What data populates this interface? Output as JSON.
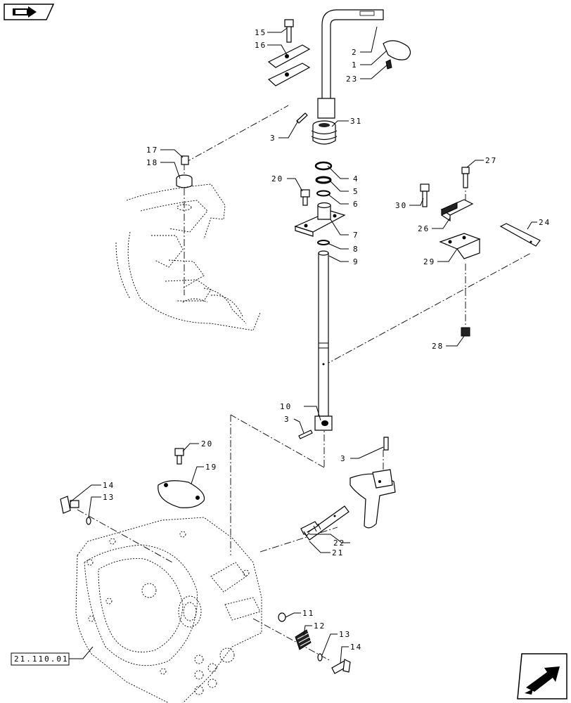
{
  "navigation": {
    "prev_icon": "back-arrow-icon",
    "next_icon": "forward-arrow-icon"
  },
  "diagram": {
    "reference_label": "21.110.01",
    "callouts": {
      "c1": "1",
      "c2": "2",
      "c3a": "3",
      "c3b": "3",
      "c3c": "3",
      "c4": "4",
      "c5": "5",
      "c6": "6",
      "c7": "7",
      "c8": "8",
      "c9": "9",
      "c10": "10",
      "c11": "11",
      "c12": "12",
      "c13a": "13",
      "c13b": "13",
      "c14a": "14",
      "c14b": "14",
      "c15": "15",
      "c16": "16",
      "c17": "17",
      "c18": "18",
      "c19": "19",
      "c20a": "20",
      "c20b": "20",
      "c21": "21",
      "c22": "22",
      "c23": "23",
      "c24": "24",
      "c26": "26",
      "c27": "27",
      "c28": "28",
      "c29": "29",
      "c30": "30",
      "c31": "31"
    }
  }
}
